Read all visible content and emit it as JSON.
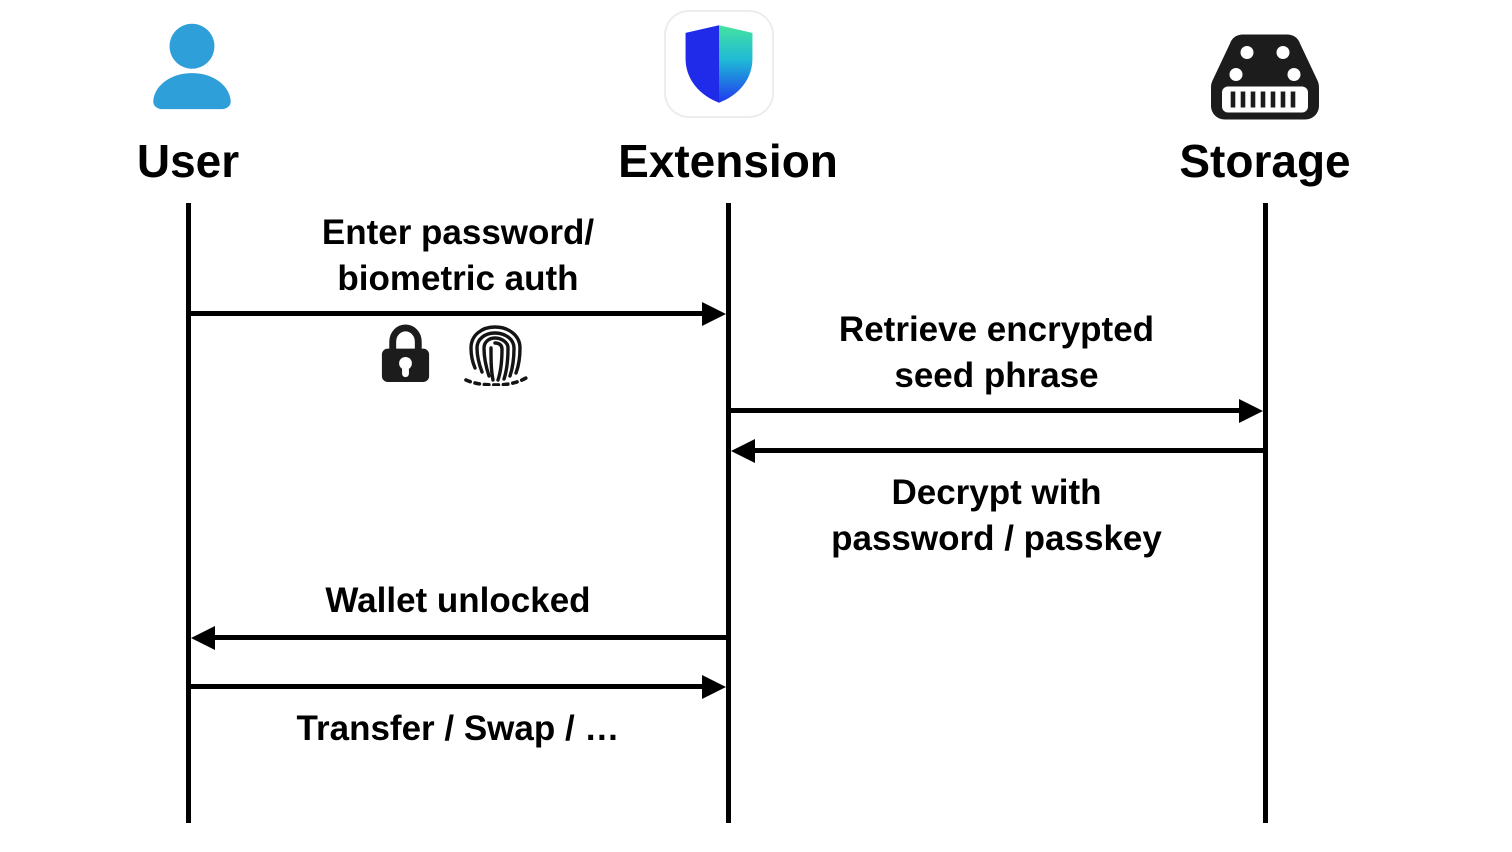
{
  "actors": [
    {
      "id": "user",
      "label": "User",
      "icon": "user-icon"
    },
    {
      "id": "extension",
      "label": "Extension",
      "icon": "shield-logo-icon"
    },
    {
      "id": "storage",
      "label": "Storage",
      "icon": "memory-chip-icon"
    }
  ],
  "messages": [
    {
      "from": "User",
      "to": "Extension",
      "direction": "right",
      "lines": [
        "Enter password/",
        "biometric auth"
      ],
      "icons": [
        "lock-icon",
        "fingerprint-icon"
      ]
    },
    {
      "from": "Extension",
      "to": "Storage",
      "direction": "right",
      "lines": [
        "Retrieve encrypted",
        "seed phrase"
      ]
    },
    {
      "from": "Storage",
      "to": "Extension",
      "direction": "left",
      "lines": [
        "Decrypt with",
        "password / passkey"
      ]
    },
    {
      "from": "Extension",
      "to": "User",
      "direction": "left",
      "lines": [
        "Wallet unlocked"
      ]
    },
    {
      "from": "User",
      "to": "Extension",
      "direction": "right",
      "lines": [
        "Transfer / Swap / …"
      ]
    }
  ],
  "colors": {
    "user_icon": "#2E9FD9",
    "shield_left": "#1F2BE8",
    "shield_gradient_top": "#45E3A0",
    "shield_gradient_mid": "#1FB9D6",
    "shield_gradient_bottom": "#2038EE",
    "app_icon_bg": "#FFFFFF",
    "app_icon_border": "#EDEDED",
    "glyph_dark": "#1C1C1C",
    "text": "#000000",
    "line": "#000000",
    "background": "#FFFFFF"
  }
}
